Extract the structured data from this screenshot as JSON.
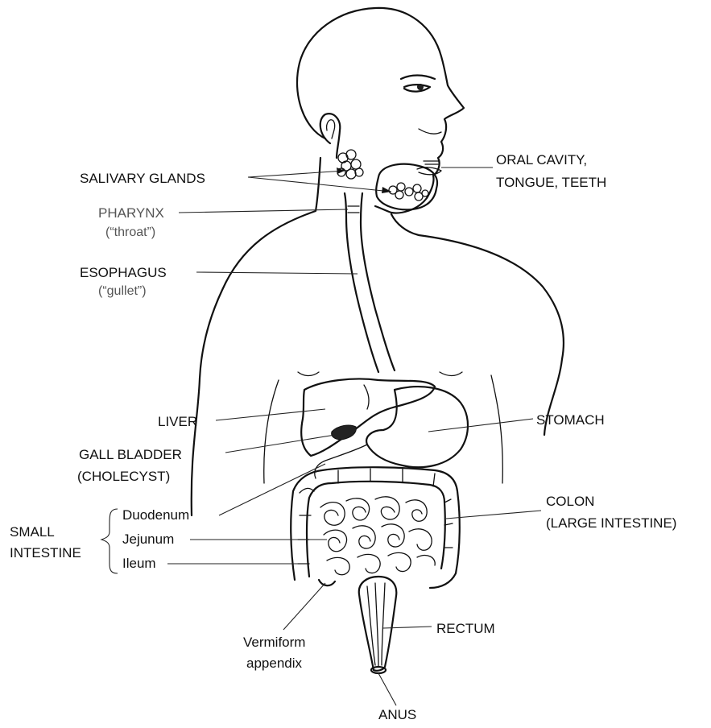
{
  "labels": {
    "salivary_glands": "SALIVARY GLANDS",
    "pharynx": "PHARYNX",
    "pharynx_common": "(“throat”)",
    "esophagus": "ESOPHAGUS",
    "esophagus_common": "(“gullet”)",
    "oral_cavity_line1": "ORAL CAVITY,",
    "oral_cavity_line2": "TONGUE, TEETH",
    "liver": "LIVER",
    "gall_bladder_line1": "GALL BLADDER",
    "gall_bladder_line2": "(CHOLECYST)",
    "stomach": "STOMACH",
    "small_intestine_line1": "SMALL",
    "small_intestine_line2": "INTESTINE",
    "duodenum": "Duodenum",
    "jejunum": "Jejunum",
    "ileum": "Ileum",
    "colon_line1": "COLON",
    "colon_line2": "(LARGE INTESTINE)",
    "rectum": "RECTUM",
    "appendix_line1": "Vermiform",
    "appendix_line2": "appendix",
    "anus": "ANUS"
  }
}
